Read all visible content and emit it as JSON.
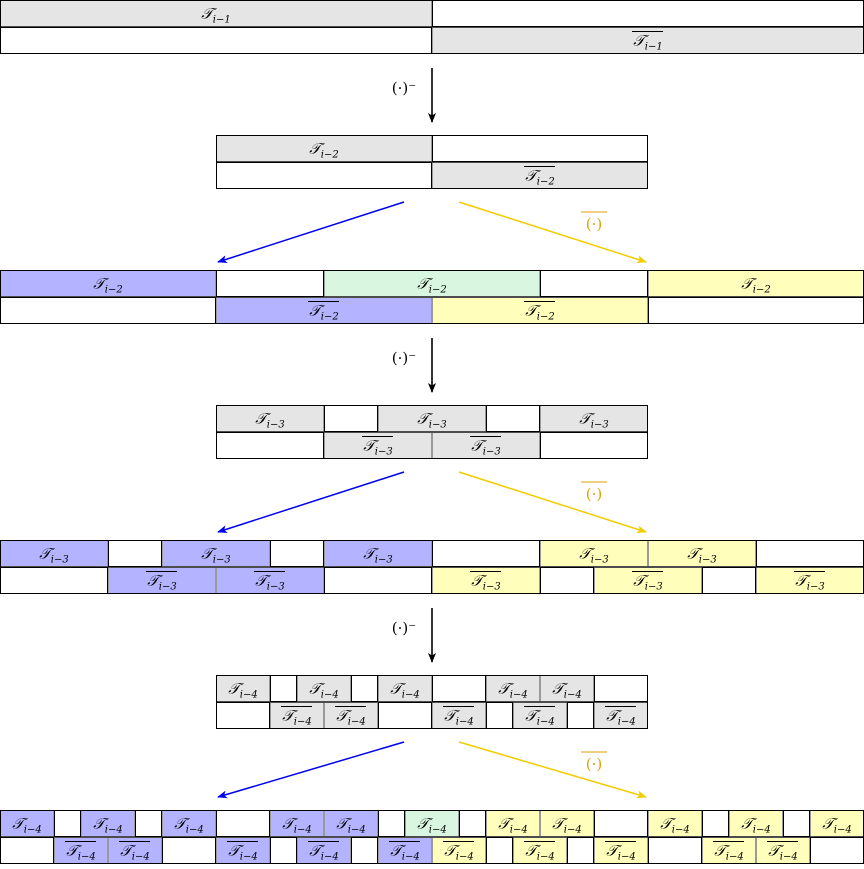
{
  "colors": {
    "gray": "#e5e5e5",
    "blue": "#b3b3ff",
    "yellow": "#ffffbb",
    "green": "#d9f7e0",
    "white": "#ffffff",
    "stroke_dark": "#000000",
    "stroke_gray": "#9a9a9a",
    "arrow_black": "#000000",
    "arrow_blue": "#0000ee",
    "arrow_yellow": "#f2cc00"
  },
  "labels": {
    "minus_operator": "(·)⁻",
    "bar_operator": "(·)"
  },
  "levels": [
    {
      "symbol": "𝒯",
      "subscript": "i−1",
      "style": "gray-full",
      "top": [
        {
          "c": "gray",
          "t": "T"
        },
        {
          "c": "white",
          "t": ""
        }
      ],
      "bottom": [
        {
          "c": "white",
          "t": ""
        },
        {
          "c": "gray",
          "t": "B"
        }
      ]
    },
    {
      "symbol": "𝒯",
      "subscript": "i−2",
      "style": "gray-half",
      "top": [
        {
          "c": "gray",
          "t": "T"
        },
        {
          "c": "white",
          "t": ""
        }
      ],
      "bottom": [
        {
          "c": "white",
          "t": ""
        },
        {
          "c": "gray",
          "t": "B"
        }
      ]
    },
    {
      "symbol": "𝒯",
      "subscript": "i−2",
      "style": "color-full",
      "top": [
        {
          "c": "blue",
          "t": "T"
        },
        {
          "c": "white",
          "t": ""
        },
        {
          "c": "green",
          "t": "T"
        },
        {
          "c": "white",
          "t": ""
        },
        {
          "c": "yellow",
          "t": "T"
        }
      ],
      "bottom": [
        {
          "c": "white",
          "t": ""
        },
        {
          "c": "blue",
          "t": "B"
        },
        {
          "c": "yellow",
          "t": "B"
        },
        {
          "c": "white",
          "t": ""
        }
      ]
    },
    {
      "symbol": "𝒯",
      "subscript": "i−3",
      "style": "gray-half",
      "top": [
        {
          "c": "gray",
          "t": "T"
        },
        {
          "c": "white",
          "t": ""
        },
        {
          "c": "gray",
          "t": "T"
        },
        {
          "c": "white",
          "t": ""
        },
        {
          "c": "gray",
          "t": "T"
        }
      ],
      "bottom": [
        {
          "c": "white",
          "t": ""
        },
        {
          "c": "gray",
          "t": "B"
        },
        {
          "c": "gray",
          "t": "B"
        },
        {
          "c": "white",
          "t": ""
        }
      ]
    },
    {
      "symbol": "𝒯",
      "subscript": "i−3",
      "style": "color-full",
      "top": [
        {
          "c": "blue",
          "t": "T"
        },
        {
          "c": "white",
          "t": ""
        },
        {
          "c": "blue",
          "t": "T"
        },
        {
          "c": "white",
          "t": ""
        },
        {
          "c": "blue",
          "t": "T"
        },
        {
          "c": "white",
          "t": ""
        },
        {
          "c": "yellow",
          "t": "T"
        },
        {
          "c": "yellow",
          "t": "T"
        },
        {
          "c": "white",
          "t": ""
        }
      ],
      "bottom": [
        {
          "c": "white",
          "t": ""
        },
        {
          "c": "blue",
          "t": "B"
        },
        {
          "c": "blue",
          "t": "B"
        },
        {
          "c": "white",
          "t": ""
        },
        {
          "c": "yellow",
          "t": "B"
        },
        {
          "c": "white",
          "t": ""
        },
        {
          "c": "yellow",
          "t": "B"
        },
        {
          "c": "white",
          "t": ""
        },
        {
          "c": "yellow",
          "t": "B"
        }
      ]
    },
    {
      "symbol": "𝒯",
      "subscript": "i−4",
      "style": "gray-half",
      "top": [
        {
          "c": "gray",
          "t": "T"
        },
        {
          "c": "white",
          "t": ""
        },
        {
          "c": "gray",
          "t": "T"
        },
        {
          "c": "white",
          "t": ""
        },
        {
          "c": "gray",
          "t": "T"
        },
        {
          "c": "white",
          "t": ""
        },
        {
          "c": "gray",
          "t": "T"
        },
        {
          "c": "gray",
          "t": "T"
        },
        {
          "c": "white",
          "t": ""
        }
      ],
      "bottom": [
        {
          "c": "white",
          "t": ""
        },
        {
          "c": "gray",
          "t": "B"
        },
        {
          "c": "gray",
          "t": "B"
        },
        {
          "c": "white",
          "t": ""
        },
        {
          "c": "gray",
          "t": "B"
        },
        {
          "c": "white",
          "t": ""
        },
        {
          "c": "gray",
          "t": "B"
        },
        {
          "c": "white",
          "t": ""
        },
        {
          "c": "gray",
          "t": "B"
        }
      ]
    },
    {
      "symbol": "𝒯",
      "subscript": "i−4",
      "style": "color-full",
      "top": [
        {
          "c": "blue",
          "t": "T"
        },
        {
          "c": "white",
          "t": ""
        },
        {
          "c": "blue",
          "t": "T"
        },
        {
          "c": "white",
          "t": ""
        },
        {
          "c": "blue",
          "t": "T"
        },
        {
          "c": "white",
          "t": ""
        },
        {
          "c": "blue",
          "t": "T"
        },
        {
          "c": "blue",
          "t": "T"
        },
        {
          "c": "white",
          "t": ""
        },
        {
          "c": "green",
          "t": "T"
        },
        {
          "c": "white",
          "t": ""
        },
        {
          "c": "yellow",
          "t": "T"
        },
        {
          "c": "yellow",
          "t": "T"
        },
        {
          "c": "white",
          "t": ""
        },
        {
          "c": "yellow",
          "t": "T"
        },
        {
          "c": "white",
          "t": ""
        },
        {
          "c": "yellow",
          "t": "T"
        },
        {
          "c": "white",
          "t": ""
        },
        {
          "c": "yellow",
          "t": "T"
        }
      ],
      "bottom": [
        {
          "c": "white",
          "t": ""
        },
        {
          "c": "blue",
          "t": "B"
        },
        {
          "c": "blue",
          "t": "B"
        },
        {
          "c": "white",
          "t": ""
        },
        {
          "c": "blue",
          "t": "B"
        },
        {
          "c": "white",
          "t": ""
        },
        {
          "c": "blue",
          "t": "B"
        },
        {
          "c": "white",
          "t": ""
        },
        {
          "c": "blue",
          "t": "B"
        },
        {
          "c": "yellow",
          "t": "B"
        },
        {
          "c": "white",
          "t": ""
        },
        {
          "c": "yellow",
          "t": "B"
        },
        {
          "c": "white",
          "t": ""
        },
        {
          "c": "yellow",
          "t": "B"
        },
        {
          "c": "white",
          "t": ""
        },
        {
          "c": "yellow",
          "t": "B"
        },
        {
          "c": "yellow",
          "t": "B"
        },
        {
          "c": "white",
          "t": ""
        }
      ]
    }
  ]
}
